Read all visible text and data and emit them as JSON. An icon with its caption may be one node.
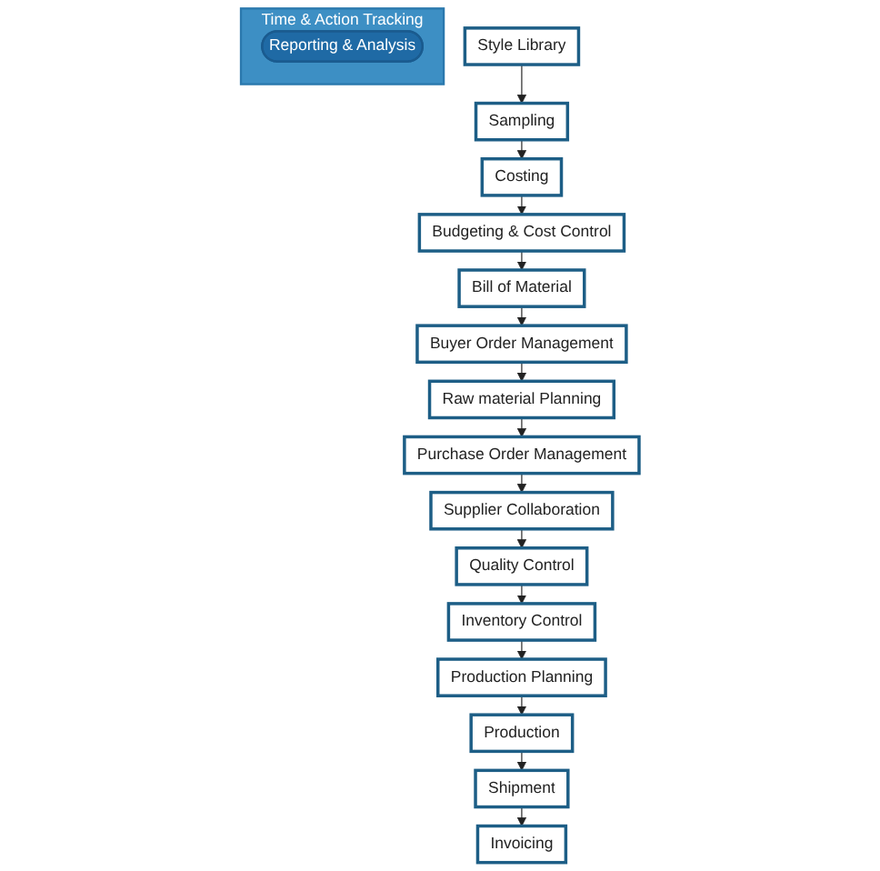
{
  "diagram": {
    "nodes": [
      {
        "text": [
          "Style Library"
        ]
      },
      {
        "text": [
          "Sampling"
        ]
      },
      {
        "text": [
          "Costing"
        ]
      },
      {
        "text": [
          "Budgeting & Cost Control"
        ]
      },
      {
        "text": [
          "Bill of Material"
        ]
      },
      {
        "text": [
          "Buyer Order Management"
        ]
      },
      {
        "text": [
          "Raw material Planning"
        ]
      },
      {
        "text": [
          "Purchase Order Management"
        ]
      },
      {
        "text": [
          "Supplier Collaboration"
        ]
      },
      {
        "text": [
          "Quality Control"
        ]
      },
      {
        "text": [
          "Inventory Control"
        ]
      },
      {
        "text": [
          "Production Planning"
        ]
      },
      {
        "text": [
          "Production"
        ]
      },
      {
        "text": [
          "Shipment"
        ]
      },
      {
        "text": [
          "Invoicing"
        ]
      },
      {
        "text": [
          "Time & Action Tracking"
        ]
      },
      {
        "text": [
          "Reporting & Analysis"
        ],
        "in": 15
      }
    ],
    "edges": [
      {
        "from": 0,
        "to": 1,
        "arrow": "to"
      },
      {
        "from": 1,
        "to": 2,
        "arrow": "to"
      },
      {
        "from": 2,
        "to": 3,
        "arrow": "to"
      },
      {
        "from": 3,
        "to": 4,
        "arrow": "to"
      },
      {
        "from": 4,
        "to": 5,
        "arrow": "to"
      },
      {
        "from": 5,
        "to": 6,
        "arrow": "to"
      },
      {
        "from": 6,
        "to": 7,
        "arrow": "to"
      },
      {
        "from": 7,
        "to": 8,
        "arrow": "to"
      },
      {
        "from": 8,
        "to": 9,
        "arrow": "to"
      },
      {
        "from": 9,
        "to": 10,
        "arrow": "to"
      },
      {
        "from": 10,
        "to": 11,
        "arrow": "to"
      },
      {
        "from": 11,
        "to": 12,
        "arrow": "to"
      },
      {
        "from": 12,
        "to": 13,
        "arrow": "to"
      },
      {
        "from": 13,
        "to": 14,
        "arrow": "to"
      }
    ]
  }
}
